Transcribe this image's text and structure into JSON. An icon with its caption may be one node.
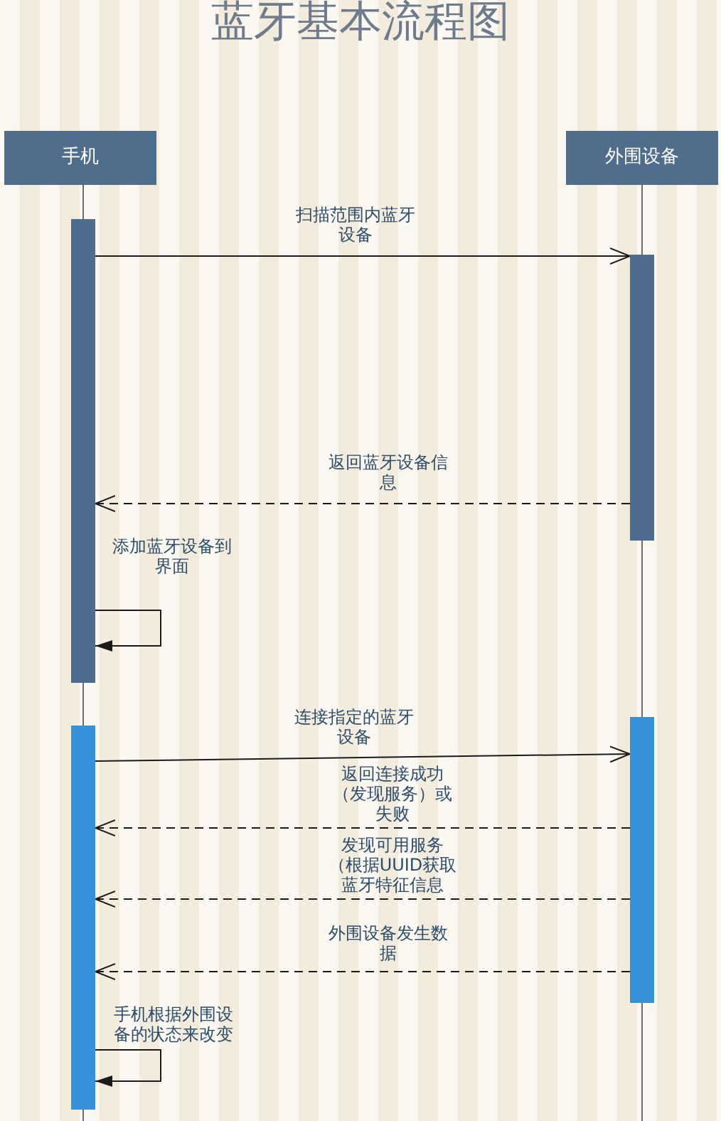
{
  "diagram": {
    "title": "蓝牙基本流程图",
    "nodes": [
      {
        "text": [
          "手机"
        ]
      },
      {
        "text": [
          "外围设备"
        ]
      },
      {
        "text": [],
        "shape": "bar"
      },
      {
        "text": [],
        "shape": "bar"
      },
      {
        "text": [],
        "shape": "bar"
      },
      {
        "text": [],
        "shape": "bar"
      }
    ],
    "edges": [
      {
        "from": 0,
        "to": 2,
        "arrow": "none",
        "color": "#6e6e6e"
      },
      {
        "from": 1,
        "to": 3,
        "arrow": "none",
        "color": "#6e6e6e"
      },
      {
        "from": 2,
        "to": 3,
        "arrow": "to",
        "label": "扫描范围内蓝牙设备"
      },
      {
        "from": 3,
        "to": 2,
        "arrow": "to",
        "style": "dashed",
        "label": "返回蓝牙设备信息"
      },
      {
        "from": 2,
        "to": 2,
        "arrow": "to",
        "label": "添加蓝牙设备到界面"
      },
      {
        "from": 2,
        "to": 4,
        "arrow": "none",
        "color": "#6e6e6e"
      },
      {
        "from": 3,
        "to": 5,
        "arrow": "none",
        "color": "#6e6e6e"
      },
      {
        "from": 4,
        "to": 5,
        "arrow": "to",
        "label": "连接指定的蓝牙设备"
      },
      {
        "from": 5,
        "to": 4,
        "arrow": "to",
        "style": "dashed",
        "label": "返回连接成功（发现服务）或失败"
      },
      {
        "from": 5,
        "to": 4,
        "arrow": "to",
        "style": "dashed",
        "label": "发现可用服务（根据UUID获取蓝牙特征信息"
      },
      {
        "from": 5,
        "to": 4,
        "arrow": "to",
        "style": "dashed",
        "label": "外围设备发生数据"
      },
      {
        "from": 4,
        "to": 4,
        "arrow": "to",
        "label": "手机根据外围设备的状态来改变"
      }
    ]
  }
}
